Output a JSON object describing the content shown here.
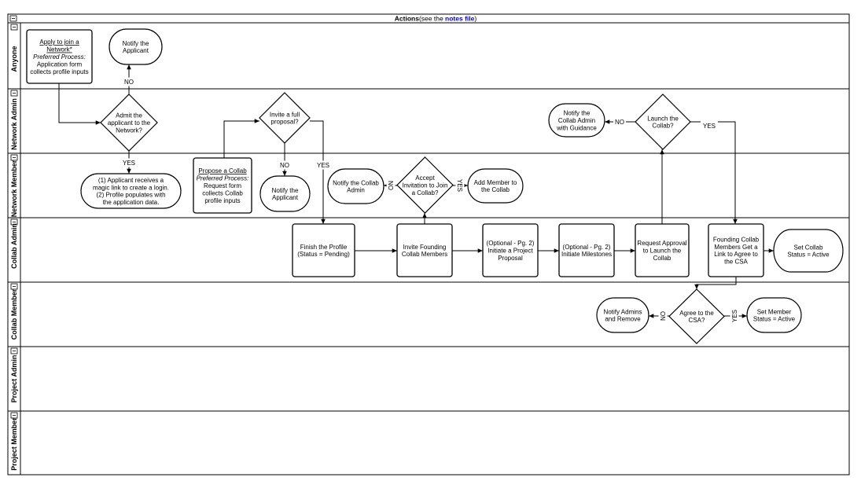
{
  "header": {
    "title": "Actions",
    "note_prefix": "(see the ",
    "note_link": "notes file",
    "note_suffix": ")",
    "link_color": "#0000ee"
  },
  "lanes": [
    {
      "id": "anyone",
      "label": "Anyone"
    },
    {
      "id": "network-admin",
      "label": "Network Admin"
    },
    {
      "id": "network-member",
      "label": "Network Member"
    },
    {
      "id": "collab-admin",
      "label": "Collab Admin"
    },
    {
      "id": "collab-member",
      "label": "Collab Member"
    },
    {
      "id": "project-admin",
      "label": "Project Admin"
    },
    {
      "id": "project-member",
      "label": "Project Member"
    }
  ],
  "nodes": [
    {
      "id": "apply-join-network",
      "shape": "rect",
      "lines": [
        {
          "t": "Apply to join a",
          "s": "u"
        },
        {
          "t": "Network*",
          "s": "u"
        },
        {
          "t": "Preferred Process:",
          "s": "i"
        },
        {
          "t": "Application form"
        },
        {
          "t": "collects profile inputs"
        }
      ]
    },
    {
      "id": "notify-applicant-1",
      "shape": "terminal",
      "lines": [
        {
          "t": "Notify the"
        },
        {
          "t": "Applicant"
        }
      ]
    },
    {
      "id": "admit-applicant",
      "shape": "diamond",
      "lines": [
        {
          "t": "Admit the"
        },
        {
          "t": "applicant to the"
        },
        {
          "t": "Network?"
        }
      ]
    },
    {
      "id": "magic-link",
      "shape": "terminal",
      "lines": [
        {
          "t": "(1) Applicant receives a"
        },
        {
          "t": "magic link to create a login."
        },
        {
          "t": "(2) Profile populates with"
        },
        {
          "t": "the application data."
        }
      ]
    },
    {
      "id": "propose-collab",
      "shape": "rect",
      "lines": [
        {
          "t": "Propose a Collab",
          "s": "u"
        },
        {
          "t": "Preferred Process:",
          "s": "i"
        },
        {
          "t": "Request form"
        },
        {
          "t": "collects Collab"
        },
        {
          "t": "profile inputs"
        }
      ]
    },
    {
      "id": "invite-proposal",
      "shape": "diamond",
      "lines": [
        {
          "t": "Invite a full"
        },
        {
          "t": "proposal?"
        }
      ]
    },
    {
      "id": "notify-applicant-2",
      "shape": "terminal",
      "lines": [
        {
          "t": "Notify the"
        },
        {
          "t": "Applicant"
        }
      ]
    },
    {
      "id": "finish-profile",
      "shape": "rect",
      "lines": [
        {
          "t": "Finish the Profile"
        },
        {
          "t": "(Status = Pending)"
        }
      ]
    },
    {
      "id": "invite-founding",
      "shape": "rect",
      "lines": [
        {
          "t": "Invite Founding"
        },
        {
          "t": "Collab Members"
        }
      ]
    },
    {
      "id": "accept-invitation",
      "shape": "diamond",
      "lines": [
        {
          "t": "Accept"
        },
        {
          "t": "Invitation to Join"
        },
        {
          "t": "a Collab?"
        }
      ]
    },
    {
      "id": "notify-collab-admin",
      "shape": "terminal",
      "lines": [
        {
          "t": "Notify the Collab"
        },
        {
          "t": "Admin"
        }
      ]
    },
    {
      "id": "add-member",
      "shape": "terminal",
      "lines": [
        {
          "t": "Add Member to"
        },
        {
          "t": "the Collab"
        }
      ]
    },
    {
      "id": "project-proposal",
      "shape": "rect",
      "lines": [
        {
          "t": "(Optional - Pg. 2)"
        },
        {
          "t": "Initiate a Project"
        },
        {
          "t": "Proposal"
        }
      ]
    },
    {
      "id": "initiate-milestones",
      "shape": "rect",
      "lines": [
        {
          "t": "(Optional - Pg. 2)"
        },
        {
          "t": "Initiate Milestones"
        }
      ]
    },
    {
      "id": "request-approval",
      "shape": "rect",
      "lines": [
        {
          "t": "Request Approval"
        },
        {
          "t": "to Launch the"
        },
        {
          "t": "Collab"
        }
      ]
    },
    {
      "id": "launch-collab",
      "shape": "diamond",
      "lines": [
        {
          "t": "Launch the"
        },
        {
          "t": "Collab?"
        }
      ]
    },
    {
      "id": "notify-guidance",
      "shape": "terminal",
      "lines": [
        {
          "t": "Notify the"
        },
        {
          "t": "Collab Admin"
        },
        {
          "t": "with Guidance"
        }
      ]
    },
    {
      "id": "founding-link-csa",
      "shape": "rect",
      "lines": [
        {
          "t": "Founding Collab"
        },
        {
          "t": "Members Get a"
        },
        {
          "t": "Link to Agree to"
        },
        {
          "t": "the CSA"
        }
      ]
    },
    {
      "id": "set-collab-active",
      "shape": "terminal",
      "lines": [
        {
          "t": "Set Collab"
        },
        {
          "t": "Status = Active"
        }
      ]
    },
    {
      "id": "agree-csa",
      "shape": "diamond",
      "lines": [
        {
          "t": "Agree to the"
        },
        {
          "t": "CSA?"
        }
      ]
    },
    {
      "id": "notify-admins-remove",
      "shape": "terminal",
      "lines": [
        {
          "t": "Notify Admins"
        },
        {
          "t": "and Remove"
        }
      ]
    },
    {
      "id": "set-member-active",
      "shape": "terminal",
      "lines": [
        {
          "t": "Set Member"
        },
        {
          "t": "Status = Active"
        }
      ]
    }
  ],
  "edges": [
    {
      "id": "apply-to-admit",
      "from": "apply-join-network",
      "to": "admit-applicant",
      "label": ""
    },
    {
      "id": "admit-no",
      "from": "admit-applicant",
      "to": "notify-applicant-1",
      "label": "NO"
    },
    {
      "id": "admit-yes",
      "from": "admit-applicant",
      "to": "magic-link",
      "label": "YES"
    },
    {
      "id": "propose-to-invite",
      "from": "propose-collab",
      "to": "invite-proposal",
      "label": ""
    },
    {
      "id": "invite-no",
      "from": "invite-proposal",
      "to": "notify-applicant-2",
      "label": "NO"
    },
    {
      "id": "invite-yes",
      "from": "invite-proposal",
      "to": "finish-profile",
      "label": "YES"
    },
    {
      "id": "finish-to-invite-founding",
      "from": "finish-profile",
      "to": "invite-founding",
      "label": ""
    },
    {
      "id": "invite-founding-to-accept",
      "from": "invite-founding",
      "to": "accept-invitation",
      "label": ""
    },
    {
      "id": "accept-no",
      "from": "accept-invitation",
      "to": "notify-collab-admin",
      "label": "NO"
    },
    {
      "id": "accept-yes",
      "from": "accept-invitation",
      "to": "add-member",
      "label": "YES"
    },
    {
      "id": "invite-founding-to-proposal",
      "from": "invite-founding",
      "to": "project-proposal",
      "label": ""
    },
    {
      "id": "proposal-to-milestones",
      "from": "project-proposal",
      "to": "initiate-milestones",
      "label": ""
    },
    {
      "id": "milestones-to-approval",
      "from": "initiate-milestones",
      "to": "request-approval",
      "label": ""
    },
    {
      "id": "approval-to-launch",
      "from": "request-approval",
      "to": "launch-collab",
      "label": ""
    },
    {
      "id": "launch-no",
      "from": "launch-collab",
      "to": "notify-guidance",
      "label": "NO"
    },
    {
      "id": "launch-yes",
      "from": "launch-collab",
      "to": "founding-link-csa",
      "label": "YES"
    },
    {
      "id": "csa-to-set-collab-active",
      "from": "founding-link-csa",
      "to": "set-collab-active",
      "label": ""
    },
    {
      "id": "csa-to-agree",
      "from": "founding-link-csa",
      "to": "agree-csa",
      "label": ""
    },
    {
      "id": "agree-no",
      "from": "agree-csa",
      "to": "notify-admins-remove",
      "label": "NO"
    },
    {
      "id": "agree-yes",
      "from": "agree-csa",
      "to": "set-member-active",
      "label": "YES"
    }
  ],
  "collapse_glyph": "⊟"
}
